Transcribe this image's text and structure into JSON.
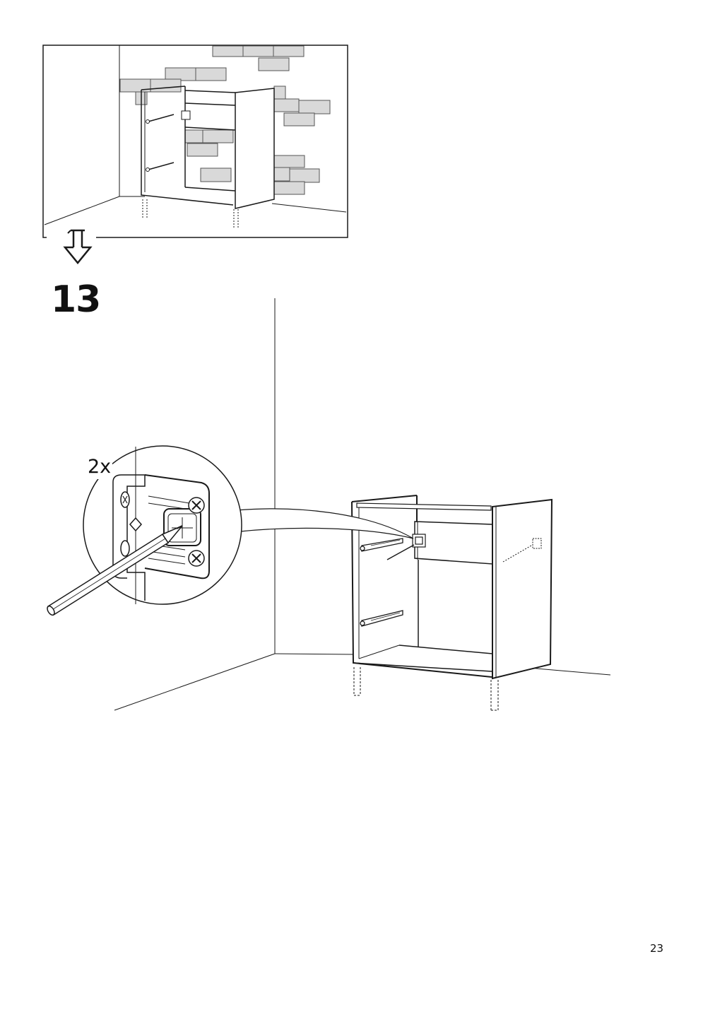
{
  "step": {
    "number": "13"
  },
  "callout": {
    "quantity": "2x"
  },
  "footer": {
    "page_number": "23"
  },
  "colors": {
    "line": "#1a1a1a",
    "brick_fill": "#d9d9d9",
    "brick_stroke": "#555555"
  },
  "icons": [
    "previous-step-panel",
    "step-transition-arrow-icon",
    "bracket-detail-callout",
    "pencil-icon",
    "cabinet-illustration",
    "wall-bracket-icon",
    "screw-icon",
    "leg-icon"
  ]
}
